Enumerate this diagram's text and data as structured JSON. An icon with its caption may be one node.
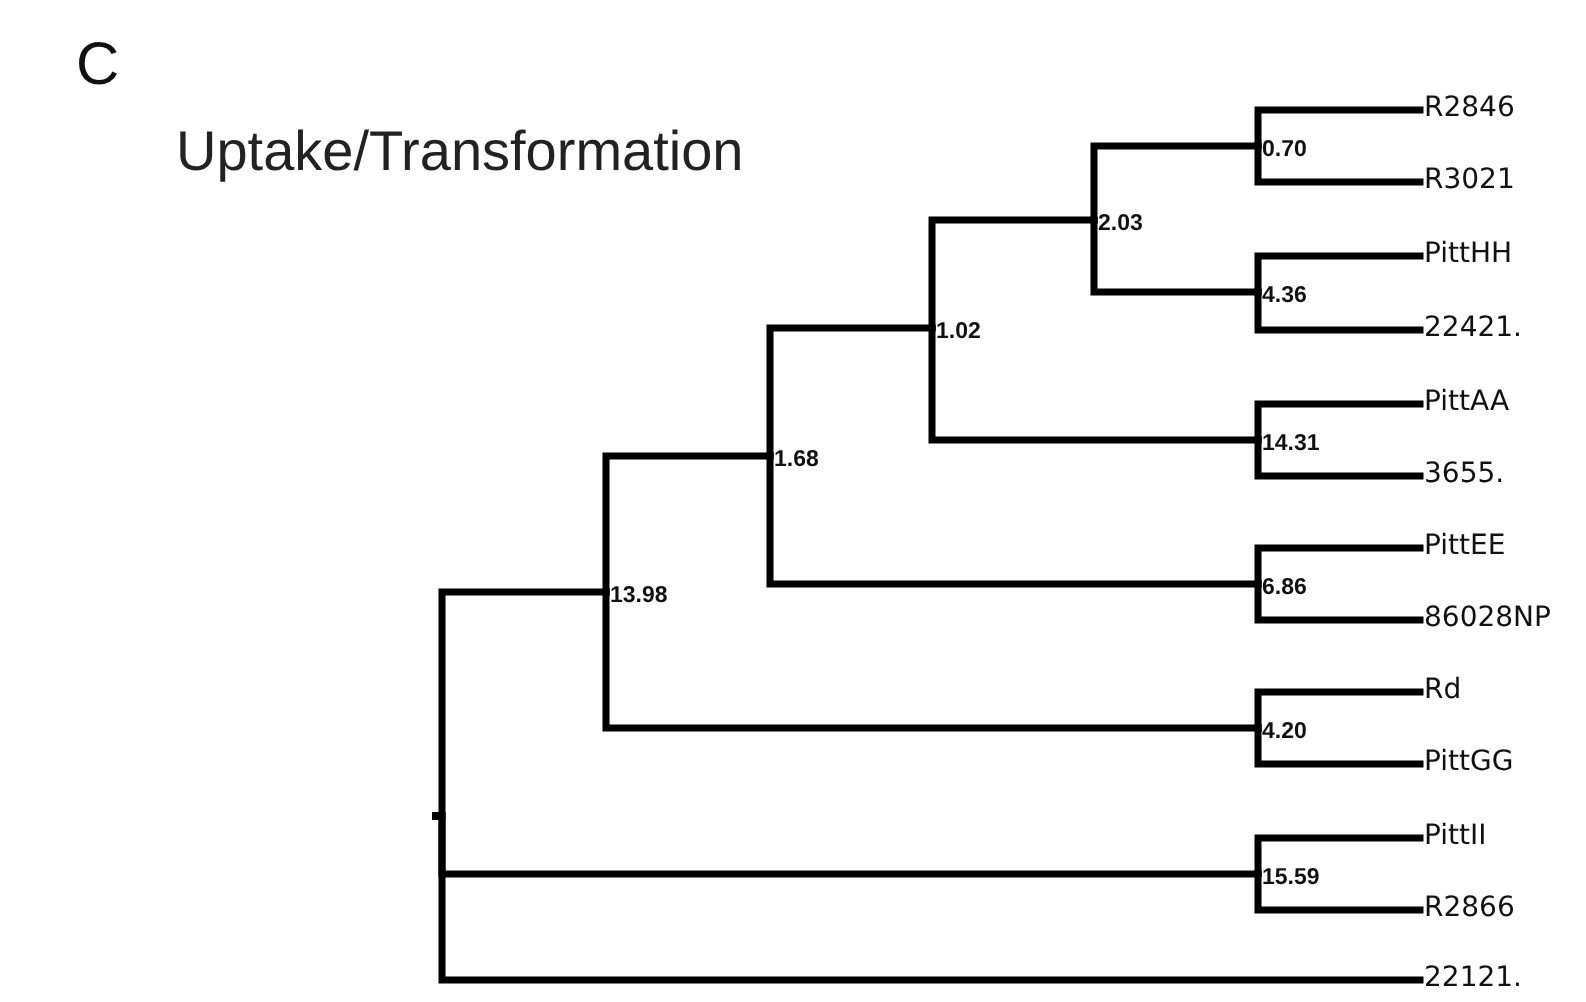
{
  "diagram": {
    "title": "Uptake/Transformation",
    "nodes": [
      {
        "text": [],
        "shape": "point"
      },
      {
        "text": [
          "13.98"
        ]
      },
      {
        "text": [
          "1.68"
        ]
      },
      {
        "text": [
          "1.02"
        ]
      },
      {
        "text": [
          "2.03"
        ]
      },
      {
        "text": [
          "0.70"
        ]
      },
      {
        "text": [
          "R2846"
        ]
      },
      {
        "text": [
          "R3021"
        ]
      },
      {
        "text": [
          "4.36"
        ]
      },
      {
        "text": [
          "PittHH"
        ]
      },
      {
        "text": [
          "22421."
        ]
      },
      {
        "text": [
          "14.31"
        ]
      },
      {
        "text": [
          "PittAA"
        ]
      },
      {
        "text": [
          "3655."
        ]
      },
      {
        "text": [
          "6.86"
        ]
      },
      {
        "text": [
          "PittEE"
        ]
      },
      {
        "text": [
          "86028NP"
        ]
      },
      {
        "text": [
          "4.20"
        ]
      },
      {
        "text": [
          "Rd"
        ]
      },
      {
        "text": [
          "PittGG"
        ]
      },
      {
        "text": [
          "15.59"
        ]
      },
      {
        "text": [
          "PittII"
        ]
      },
      {
        "text": [
          "R2866"
        ]
      },
      {
        "text": [
          "22121."
        ]
      }
    ],
    "edges": [
      {
        "from": 0,
        "to": 1,
        "arrow": "none"
      },
      {
        "from": 1,
        "to": 2,
        "arrow": "none"
      },
      {
        "from": 2,
        "to": 3,
        "arrow": "none"
      },
      {
        "from": 3,
        "to": 4,
        "arrow": "none"
      },
      {
        "from": 4,
        "to": 5,
        "arrow": "none"
      },
      {
        "from": 5,
        "to": 6,
        "arrow": "none"
      },
      {
        "from": 5,
        "to": 7,
        "arrow": "none"
      },
      {
        "from": 4,
        "to": 8,
        "arrow": "none"
      },
      {
        "from": 8,
        "to": 9,
        "arrow": "none"
      },
      {
        "from": 8,
        "to": 10,
        "arrow": "none"
      },
      {
        "from": 3,
        "to": 11,
        "arrow": "none"
      },
      {
        "from": 11,
        "to": 12,
        "arrow": "none"
      },
      {
        "from": 11,
        "to": 13,
        "arrow": "none"
      },
      {
        "from": 2,
        "to": 14,
        "arrow": "none"
      },
      {
        "from": 14,
        "to": 15,
        "arrow": "none"
      },
      {
        "from": 14,
        "to": 16,
        "arrow": "none"
      },
      {
        "from": 1,
        "to": 17,
        "arrow": "none"
      },
      {
        "from": 17,
        "to": 18,
        "arrow": "none"
      },
      {
        "from": 17,
        "to": 19,
        "arrow": "none"
      },
      {
        "from": 0,
        "to": 20,
        "arrow": "none"
      },
      {
        "from": 20,
        "to": 21,
        "arrow": "none"
      },
      {
        "from": 20,
        "to": 22,
        "arrow": "none"
      },
      {
        "from": 0,
        "to": 23,
        "arrow": "none"
      }
    ],
    "labels": [
      "C"
    ]
  }
}
